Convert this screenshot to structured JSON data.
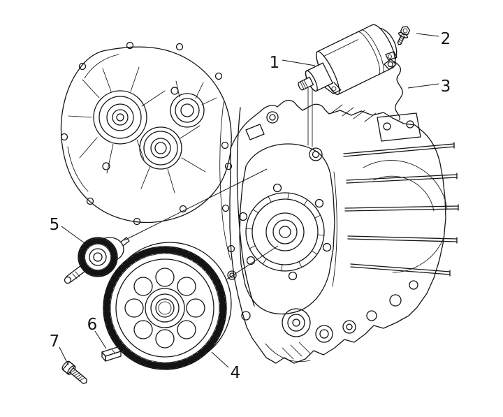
{
  "figure": {
    "colors": {
      "background": "#ffffff",
      "line": "#141414"
    },
    "callouts": [
      {
        "number": "1"
      },
      {
        "number": "2"
      },
      {
        "number": "3"
      },
      {
        "number": "4"
      },
      {
        "number": "5"
      },
      {
        "number": "6"
      },
      {
        "number": "7"
      }
    ]
  }
}
